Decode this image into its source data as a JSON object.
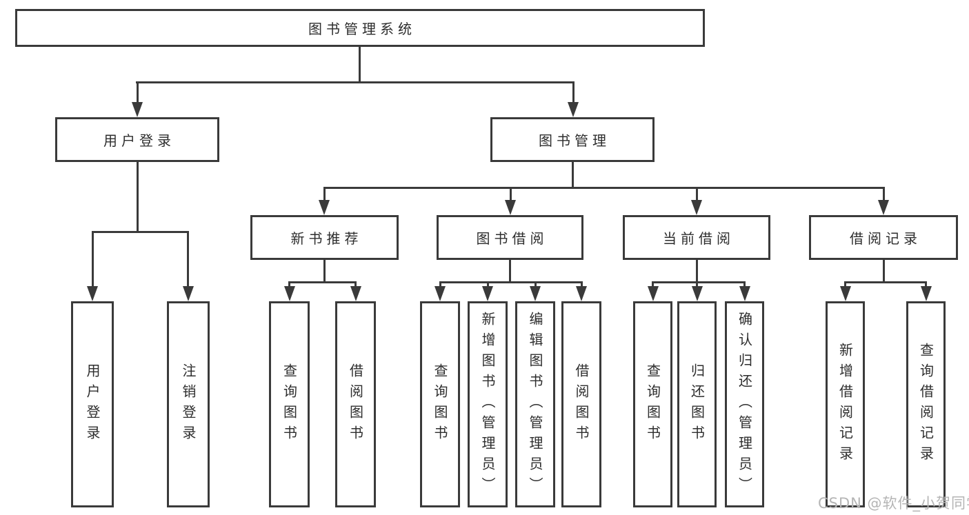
{
  "tree": {
    "root": {
      "label": "图书管理系统"
    },
    "branches": [
      {
        "label": "用户登录",
        "children": [
          {
            "label": "用户登录"
          },
          {
            "label": "注销登录"
          }
        ]
      },
      {
        "label": "图书管理",
        "children": [
          {
            "label": "新书推荐",
            "children": [
              {
                "label": "查询图书"
              },
              {
                "label": "借阅图书"
              }
            ]
          },
          {
            "label": "图书借阅",
            "children": [
              {
                "label": "查询图书"
              },
              {
                "label": "新增图书（管理员）"
              },
              {
                "label": "编辑图书（管理员）"
              },
              {
                "label": "借阅图书"
              }
            ]
          },
          {
            "label": "当前借阅",
            "children": [
              {
                "label": "查询图书"
              },
              {
                "label": "归还图书"
              },
              {
                "label": "确认归还（管理员）"
              }
            ]
          },
          {
            "label": "借阅记录",
            "children": [
              {
                "label": "新增借阅记录"
              },
              {
                "label": "查询借阅记录"
              }
            ]
          }
        ]
      }
    ]
  },
  "watermark": "CSDN @软件_小贺同学",
  "colors": {
    "line": "#3a3a3a",
    "text": "#2d2d2d",
    "watermark": "#b5b5b5",
    "background": "#ffffff"
  }
}
